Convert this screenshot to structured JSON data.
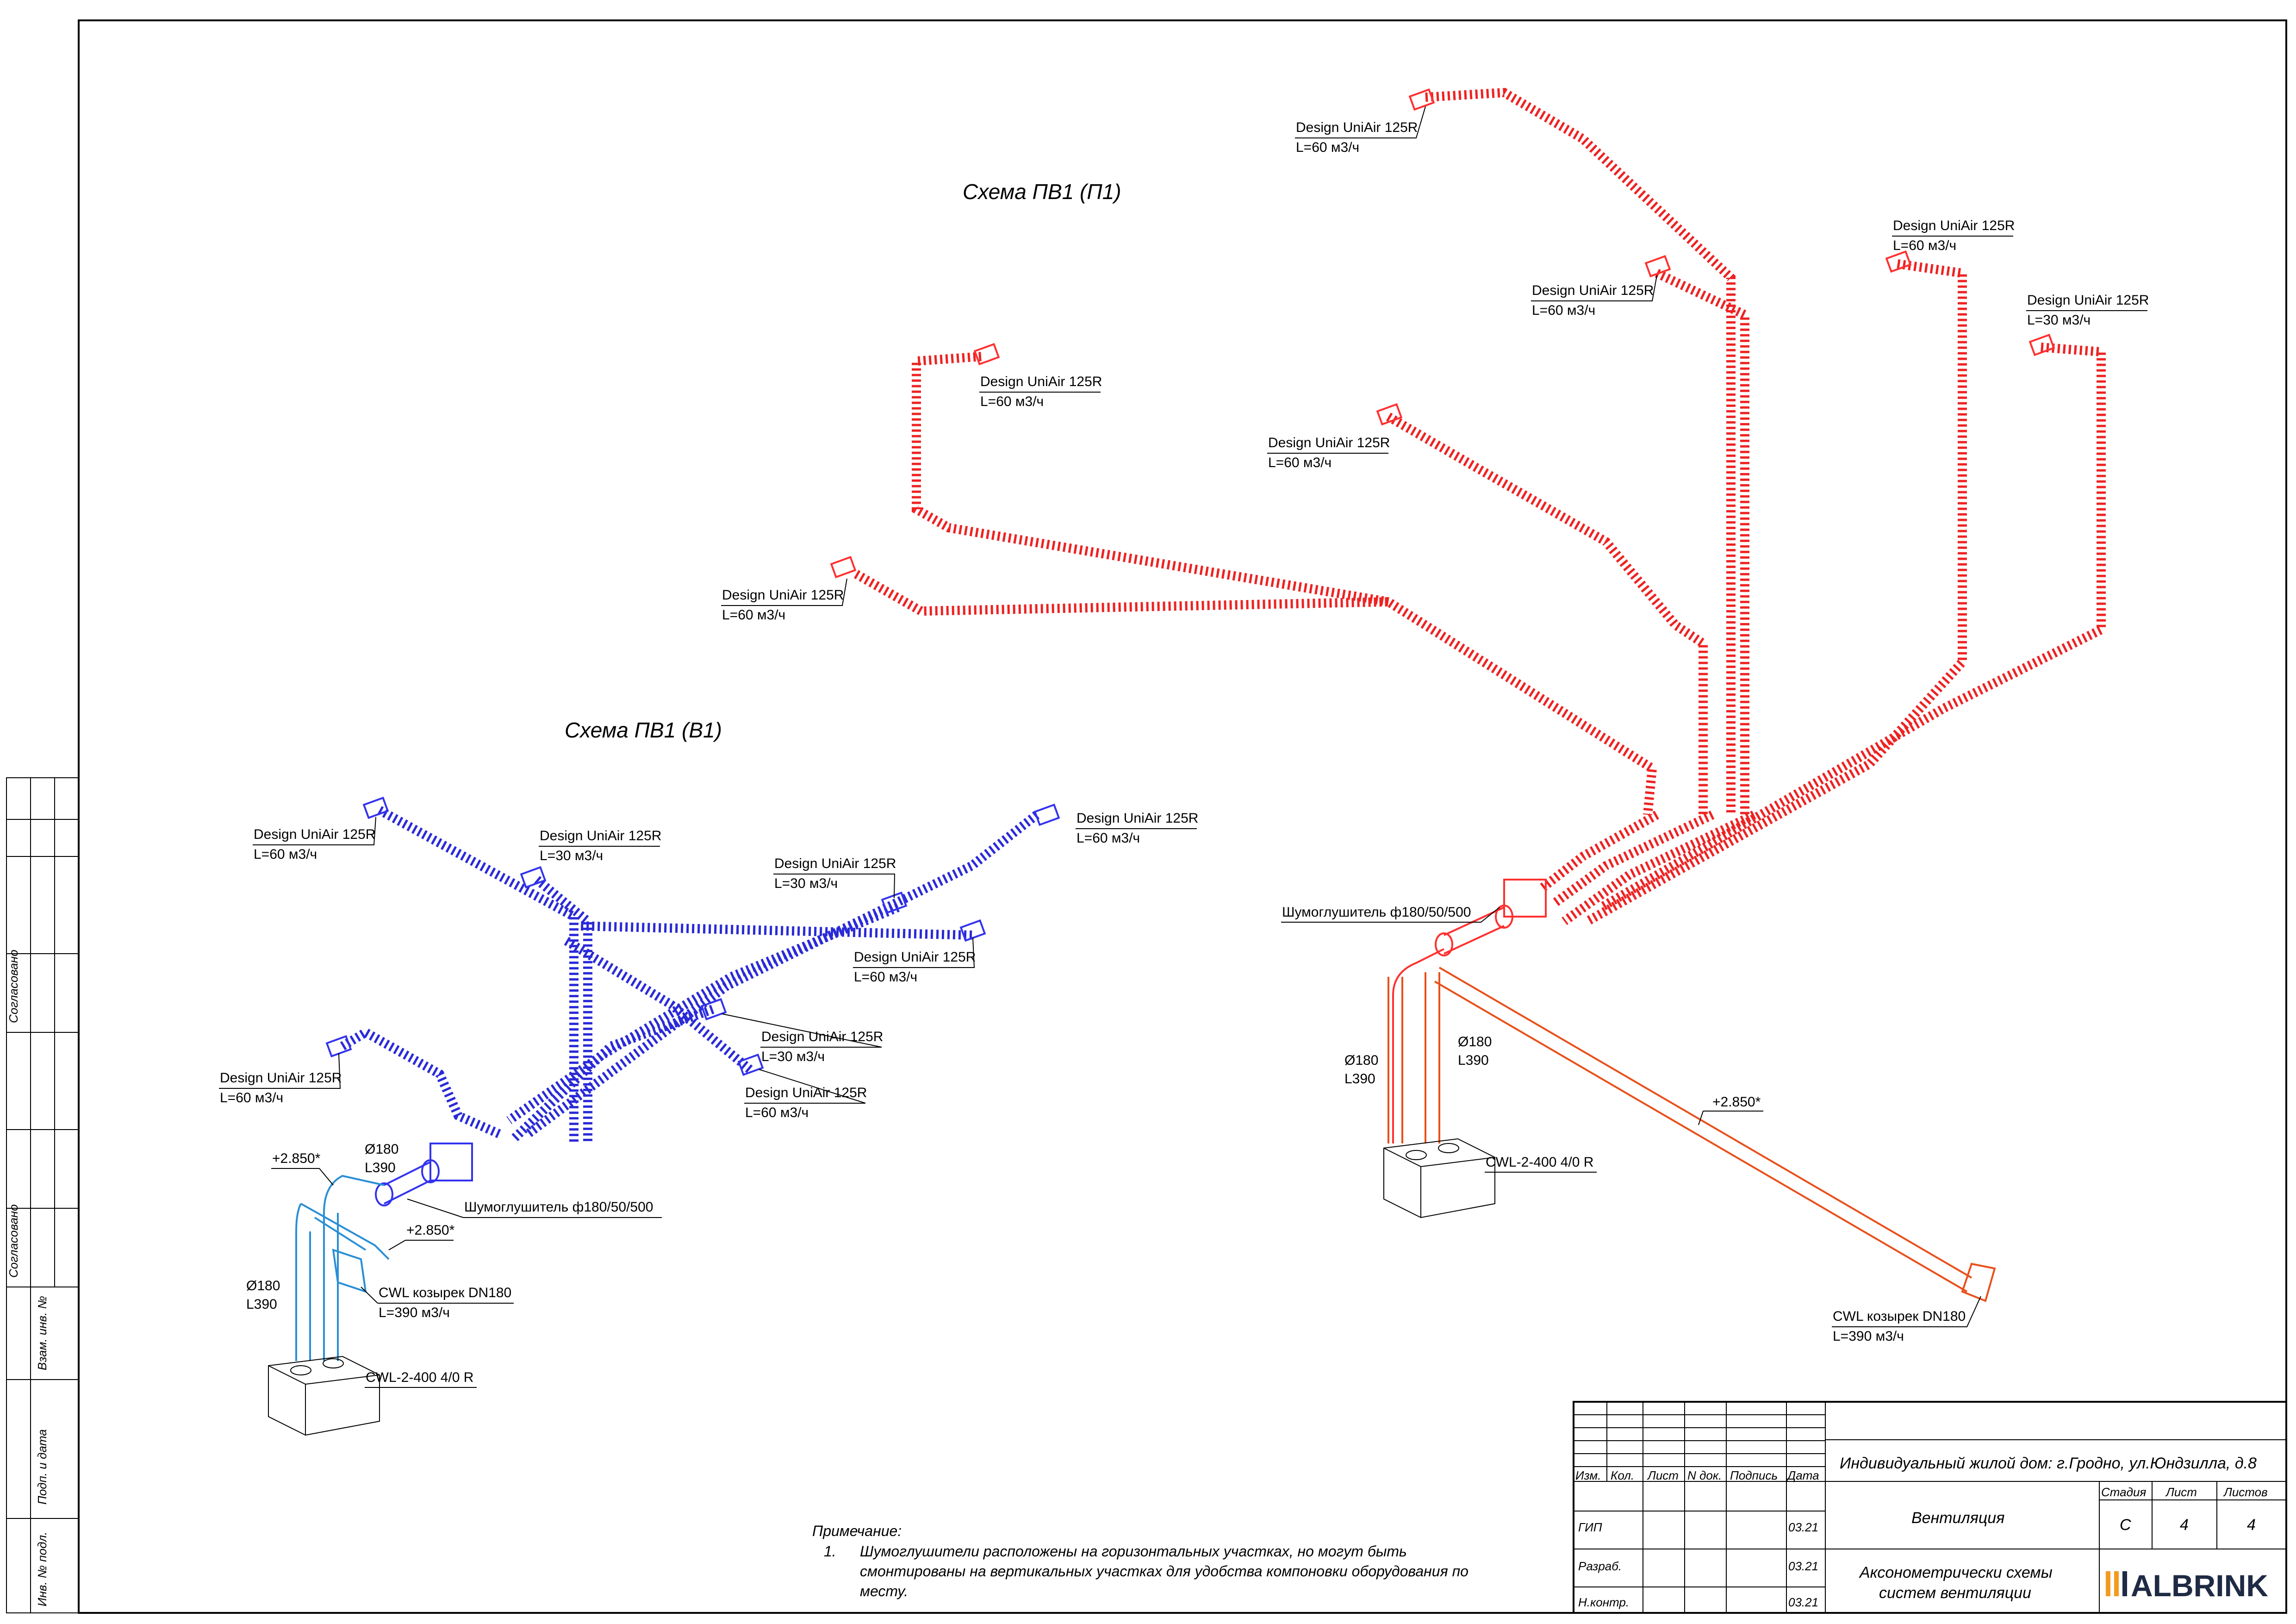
{
  "scheme_supply": {
    "title": "Схема ПВ1 (П1)"
  },
  "scheme_exhaust": {
    "title": "Схема ПВ1 (В1)"
  },
  "supply_terminals": [
    {
      "name": "Design UniAir 125R",
      "flow": "L=60 м3/ч"
    },
    {
      "name": "Design UniAir 125R",
      "flow": "L=60 м3/ч"
    },
    {
      "name": "Design UniAir 125R",
      "flow": "L=60 м3/ч"
    },
    {
      "name": "Design UniAir 125R",
      "flow": "L=30 м3/ч"
    },
    {
      "name": "Design UniAir 125R",
      "flow": "L=60 м3/ч"
    },
    {
      "name": "Design UniAir 125R",
      "flow": "L=60 м3/ч"
    },
    {
      "name": "Design UniAir 125R",
      "flow": "L=60 м3/ч"
    }
  ],
  "supply_equipment": {
    "silencer": "Шумоглушитель ф180/50/500",
    "pipe_left_d": "Ø180",
    "pipe_left_l": "L390",
    "pipe_right_d": "Ø180",
    "pipe_right_l": "L390",
    "unit": "CWL-2-400 4/0 R",
    "level": "+2.850*",
    "hood": "CWL козырек DN180",
    "hood_flow": "L=390 м3/ч"
  },
  "exhaust_terminals": [
    {
      "name": "Design UniAir 125R",
      "flow": "L=60 м3/ч"
    },
    {
      "name": "Design UniAir 125R",
      "flow": "L=30 м3/ч"
    },
    {
      "name": "Design UniAir 125R",
      "flow": "L=60 м3/ч"
    },
    {
      "name": "Design UniAir 125R",
      "flow": "L=30 м3/ч"
    },
    {
      "name": "Design UniAir 125R",
      "flow": "L=60 м3/ч"
    },
    {
      "name": "Design UniAir 125R",
      "flow": "L=30 м3/ч"
    },
    {
      "name": "Design UniAir 125R",
      "flow": "L=60 м3/ч"
    },
    {
      "name": "Design UniAir 125R",
      "flow": "L=60 м3/ч"
    }
  ],
  "exhaust_equipment": {
    "level_1": "+2.850*",
    "pipe_top_d": "Ø180",
    "pipe_top_l": "L390",
    "silencer": "Шумоглушитель ф180/50/500",
    "level_2": "+2.850*",
    "pipe_left_d": "Ø180",
    "pipe_left_l": "L390",
    "hood": "CWL козырек DN180",
    "hood_flow": "L=390 м3/ч",
    "unit": "CWL-2-400 4/0 R"
  },
  "note": {
    "heading": "Примечание:",
    "item_number": "1.",
    "lines": [
      "Шумоглушители расположены на горизонтальных участках, но могут быть",
      "смонтированы на вертикальных участках для удобства компоновки оборудования по",
      "месту."
    ]
  },
  "side_stamp": {
    "agreed_1": "Согласовано",
    "agreed_2": "Согласовано",
    "inv_replace": "Взам. инв. №",
    "sign_date": "Подп. и дата",
    "inv_orig": "Инв. № подл."
  },
  "title_block": {
    "headers": [
      "Изм.",
      "Кол.",
      "Лист",
      "N док.",
      "Подпись",
      "Дата"
    ],
    "rows": [
      {
        "role": "ГИП",
        "date": "03.21"
      },
      {
        "role": "Разраб.",
        "date": "03.21"
      },
      {
        "role": "Н.контр.",
        "date": "03.21"
      }
    ],
    "project": "Индивидуальный жилой дом: г.Гродно, ул.Юндзилла, д.8",
    "section": "Вентиляция",
    "sheet_title_1": "Аксонометрически схемы",
    "sheet_title_2": "систем вентиляции",
    "stage_label": "Стадия",
    "sheet_label": "Лист",
    "sheets_label": "Листов",
    "stage": "С",
    "sheet": "4",
    "sheets": "4",
    "company": "ALBRINK"
  },
  "colors": {
    "supply_duct": "#ee2222",
    "exhaust_duct": "#2a2ad8",
    "outdoor_pipe_supply": "#e8501a",
    "outdoor_pipe_exhaust": "#2a8fd6",
    "brand_bars": "#f29a1f"
  }
}
